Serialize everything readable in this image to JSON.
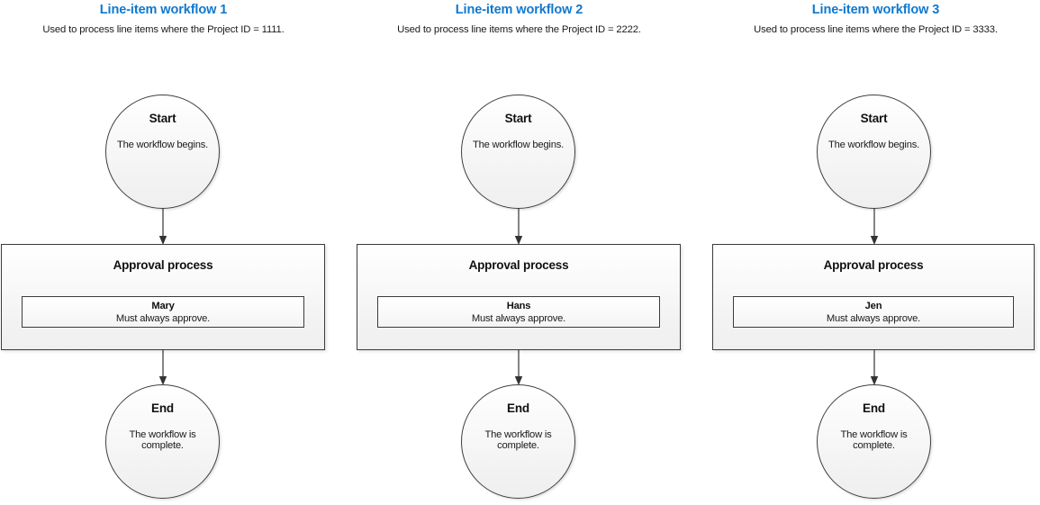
{
  "diagram": {
    "title_color": "#1078CE",
    "columns": [
      {
        "id": "workflow-1",
        "title": "Line-item workflow 1",
        "subtitle": "Used to process line items where the Project ID = 1111.",
        "start": {
          "label": "Start",
          "description": "The workflow begins."
        },
        "process": {
          "label": "Approval process"
        },
        "approver": {
          "name": "Mary",
          "rule": "Must always approve."
        },
        "end": {
          "label": "End",
          "description": "The workflow is complete."
        }
      },
      {
        "id": "workflow-2",
        "title": "Line-item workflow 2",
        "subtitle": "Used to process line items where the Project ID = 2222.",
        "start": {
          "label": "Start",
          "description": "The workflow begins."
        },
        "process": {
          "label": "Approval process"
        },
        "approver": {
          "name": "Hans",
          "rule": "Must always approve."
        },
        "end": {
          "label": "End",
          "description": "The workflow is complete."
        }
      },
      {
        "id": "workflow-3",
        "title": "Line-item workflow 3",
        "subtitle": "Used to process line items where the Project ID = 3333.",
        "start": {
          "label": "Start",
          "description": "The workflow begins."
        },
        "process": {
          "label": "Approval process"
        },
        "approver": {
          "name": "Jen",
          "rule": "Must always approve."
        },
        "end": {
          "label": "End",
          "description": "The workflow is complete."
        }
      }
    ],
    "connectors": {
      "start_to_process": "arrow-down-icon",
      "process_to_end": "arrow-down-icon"
    }
  }
}
